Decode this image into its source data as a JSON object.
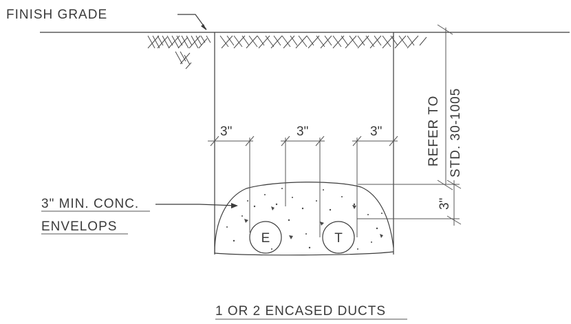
{
  "labels": {
    "finish_grade": "FINISH GRADE",
    "refer_to": "REFER TO",
    "std_ref": "STD. 30-1005",
    "envelope_line1": "3\" MIN. CONC.",
    "envelope_line2": "ENVELOPS",
    "title": "1 OR 2 ENCASED DUCTS"
  },
  "dimensions": {
    "left_clearance": "3\"",
    "between_ducts": "3\"",
    "right_clearance": "3\"",
    "top_cover": "3\""
  },
  "ducts": {
    "electric": "E",
    "telephone": "T"
  }
}
